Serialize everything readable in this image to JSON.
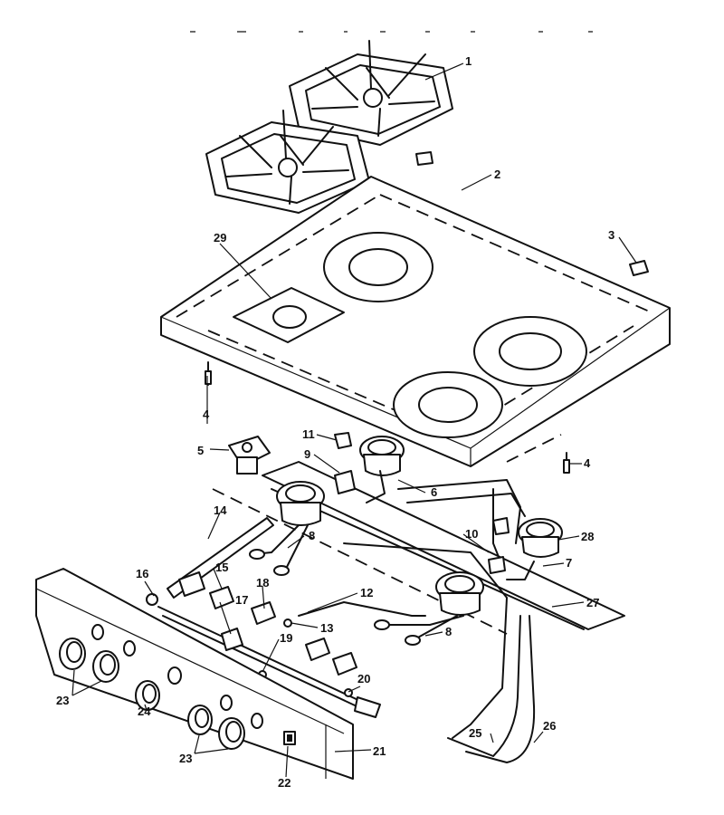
{
  "callouts": [
    {
      "id": "c1",
      "text": "1"
    },
    {
      "id": "c2",
      "text": "2"
    },
    {
      "id": "c3",
      "text": "3"
    },
    {
      "id": "c4a",
      "text": "4"
    },
    {
      "id": "c4b",
      "text": "4"
    },
    {
      "id": "c5",
      "text": "5"
    },
    {
      "id": "c6",
      "text": "6"
    },
    {
      "id": "c7",
      "text": "7"
    },
    {
      "id": "c8a",
      "text": "8"
    },
    {
      "id": "c8b",
      "text": "8"
    },
    {
      "id": "c9",
      "text": "9"
    },
    {
      "id": "c10",
      "text": "10"
    },
    {
      "id": "c11",
      "text": "11"
    },
    {
      "id": "c12",
      "text": "12"
    },
    {
      "id": "c13",
      "text": "13"
    },
    {
      "id": "c14",
      "text": "14"
    },
    {
      "id": "c15",
      "text": "15"
    },
    {
      "id": "c16",
      "text": "16"
    },
    {
      "id": "c17",
      "text": "17"
    },
    {
      "id": "c18",
      "text": "18"
    },
    {
      "id": "c19",
      "text": "19"
    },
    {
      "id": "c20",
      "text": "20"
    },
    {
      "id": "c21",
      "text": "21"
    },
    {
      "id": "c22",
      "text": "22"
    },
    {
      "id": "c23a",
      "text": "23"
    },
    {
      "id": "c23b",
      "text": "23"
    },
    {
      "id": "c24",
      "text": "24"
    },
    {
      "id": "c25",
      "text": "25"
    },
    {
      "id": "c26",
      "text": "26"
    },
    {
      "id": "c27",
      "text": "27"
    },
    {
      "id": "c28",
      "text": "28"
    },
    {
      "id": "c29",
      "text": "29"
    }
  ]
}
